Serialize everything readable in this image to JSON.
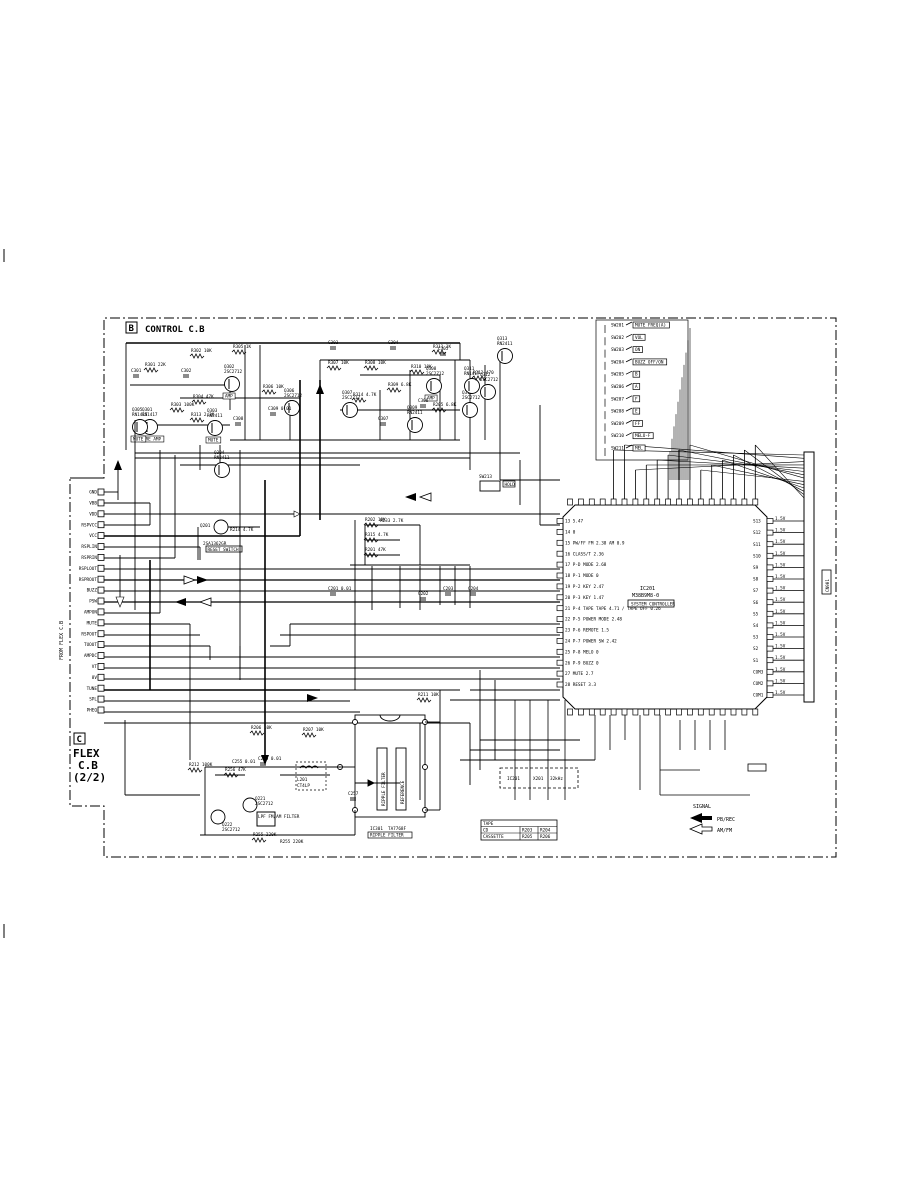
{
  "board": {
    "letter": "B",
    "title": "CONTROL C.B",
    "flex_letter": "C",
    "flex_title_1": "FLEX",
    "flex_title_2": "C.B",
    "flex_title_3": "(2/2)",
    "flex_side_label": "FROM FLEX C.B",
    "connector_right": "CN901"
  },
  "flex_pins": [
    "GND",
    "VBB",
    "VDD",
    "RSPVCC",
    "VCC",
    "RSPLIN",
    "RSPRIN",
    "RSPLOUT",
    "RSPROUT",
    "BUZZ",
    "PSW",
    "AMPON",
    "MUTE",
    "RSPOUT",
    "TUOUT",
    "AMPDC",
    "VT",
    "8V",
    "TUNE",
    "SPL",
    "PHEQ"
  ],
  "ic_main": {
    "ref": "IC201",
    "part": "M38B9M8-0",
    "role": "SYSTEM CONTROLLER",
    "left_pins": [
      "13 5.47",
      "14 0",
      "15 PW/FF  FM 2.38  AM 0.9",
      "16 CLASS/T 2.36",
      "17 P-D MODE 2.68",
      "18 P-1 MODE 0",
      "19 P-2 KEY 2.47",
      "20 P-3 KEY 1.47",
      "21 P-4 TAPE TAPE 4.71 / TAPE OFF 0.26",
      "22 P-5 POWER MODE 2.48",
      "23 P-6 REMOTE 1.5",
      "24 P-7 POWER SW 2.42",
      "25 P-8 MELO 0",
      "26 P-9 BUZZ 0",
      "27 MUTE 2.7",
      "28 RESET 3.3"
    ],
    "right_pins": [
      "S13",
      "S12",
      "S11",
      "S10",
      "S9",
      "S8",
      "S7",
      "S6",
      "S5",
      "S4",
      "S3",
      "S2",
      "S1",
      "COM3",
      "COM2",
      "COM1"
    ],
    "lcd_seg_voltage": "1.5V"
  },
  "ic_amp": {
    "ref": "IC301",
    "part": "TA7768F",
    "role": "RIPPLE FILTER",
    "blocks": [
      "RIPPLE FILTER",
      "REFERENCE"
    ]
  },
  "switches": [
    {
      "ref": "SW201",
      "func": "MUTE FREQ(A)"
    },
    {
      "ref": "SW202",
      "func": "VOL"
    },
    {
      "ref": "SW203",
      "func": "ON"
    },
    {
      "ref": "SW204",
      "func": "BUZZ OFF/ON"
    },
    {
      "ref": "SW205",
      "func": "B"
    },
    {
      "ref": "SW206",
      "func": "A"
    },
    {
      "ref": "SW207",
      "func": "F"
    },
    {
      "ref": "SW208",
      "func": "E"
    },
    {
      "ref": "SW209",
      "func": "FF"
    },
    {
      "ref": "SW210",
      "func": "MELO-F"
    },
    {
      "ref": "SW211",
      "func": "MEL"
    },
    {
      "ref": "SW213",
      "func": "HOLD"
    }
  ],
  "transistors": [
    {
      "ref": "Q301",
      "part": "RN1417",
      "note": "PRE AMP"
    },
    {
      "ref": "Q302",
      "part": "2SC2712",
      "note": "AMP"
    },
    {
      "ref": "Q303",
      "part": "RN2411",
      "note": "MUTE"
    },
    {
      "ref": "Q304",
      "part": "RN2411"
    },
    {
      "ref": "Q305",
      "part": "RN1417",
      "note": "MUTE"
    },
    {
      "ref": "Q306",
      "part": "2SC2712"
    },
    {
      "ref": "Q307",
      "part": "2SC2712"
    },
    {
      "ref": "Q308",
      "part": "2SC2712",
      "note": "AMP"
    },
    {
      "ref": "Q309",
      "part": "RN2411"
    },
    {
      "ref": "Q310",
      "part": "2SC2712"
    },
    {
      "ref": "Q311",
      "part": "RN1417"
    },
    {
      "ref": "Q312",
      "part": "2SC2712"
    },
    {
      "ref": "Q313",
      "part": "RN2411"
    },
    {
      "ref": "Q201",
      "part": "2SA1362GR",
      "note": "RESET SWITCH"
    },
    {
      "ref": "Q221",
      "part": "2SC2712"
    },
    {
      "ref": "Q222",
      "part": "2SC2712"
    }
  ],
  "resistors": [
    "R301 22K",
    "R302 10K",
    "R303 100K",
    "R304 47K",
    "R305 1K",
    "R306 10K",
    "R307 10K",
    "R308 10K",
    "R309 6.8K",
    "R310 10K",
    "R311 1K",
    "R312 470",
    "R313 2.2K",
    "R314 4.7K",
    "R315 4.7K",
    "R201 47K",
    "R202 10K",
    "R205 6.8K",
    "R206 10K",
    "R207 10K",
    "R211 10K",
    "R212 100K",
    "R255 220K",
    "R256 47K"
  ],
  "capacitors": [
    "C301",
    "C302",
    "C303",
    "C304",
    "C305",
    "C306",
    "C307",
    "C308",
    "C309 0.01",
    "C201 0.01",
    "C202",
    "C203",
    "C204",
    "C255 0.01",
    "C257"
  ],
  "misc": {
    "resistor_string_ref": "R233 2.7K",
    "reset_net": "R214 4.7K",
    "coil_ref": "L201",
    "coil_part": "CT4LP",
    "filter_label": "LPF FM/AM FILTER",
    "crystal_ref": "X201",
    "crystal_value": "32kHz",
    "sw_hold_ref": "SW213",
    "lpf_cap": "C255 0.01",
    "bottom_resistor": "R255 220K",
    "top_left_cap": "C301"
  },
  "table": {
    "title": "TAPE",
    "rows": [
      [
        "CD",
        "R203",
        "R204"
      ],
      [
        "CASSETTE",
        "R205",
        "R206"
      ]
    ]
  },
  "legend": {
    "title": "SIGNAL",
    "items": [
      {
        "label": "PB/REC",
        "style": "filled"
      },
      {
        "label": "AM/FM",
        "style": "hollow"
      }
    ]
  }
}
